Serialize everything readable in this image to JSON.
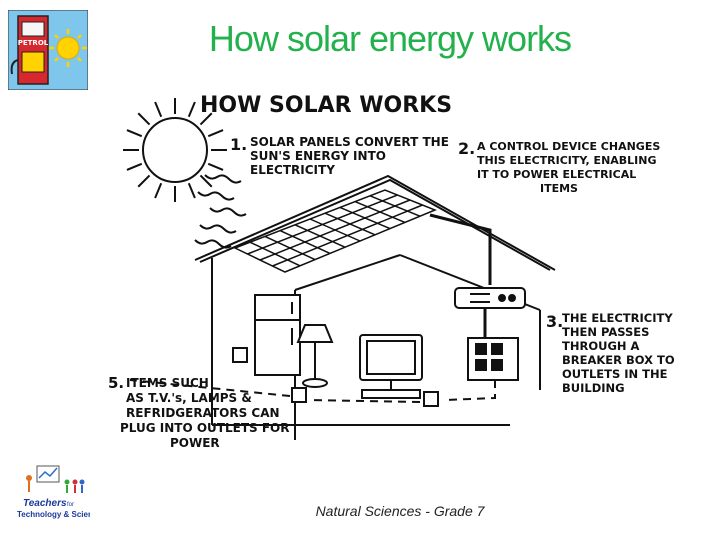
{
  "slide": {
    "title": "How solar energy works",
    "footer": "Natural Sciences - Grade 7"
  },
  "logo_top": {
    "pump_label": "PETROL"
  },
  "logo_bottom": {
    "line1": "Teachers",
    "line2": "for",
    "line3": "Technology & Science"
  },
  "diagram": {
    "heading": "HOW SOLAR WORKS",
    "step1": {
      "num": "1.",
      "lines": [
        "SOLAR PANELS CONVERT THE",
        "SUN'S ENERGY INTO",
        "ELECTRICITY"
      ]
    },
    "step2": {
      "num": "2.",
      "lines": [
        "A CONTROL DEVICE CHANGES",
        "THIS ELECTRICITY, ENABLING",
        "IT TO POWER ELECTRICAL",
        "ITEMS"
      ]
    },
    "step3": {
      "num": "3.",
      "lines": [
        "THE ELECTRICITY",
        "THEN PASSES",
        "THROUGH A",
        "BREAKER BOX TO",
        "OUTLETS IN THE",
        "BUILDING"
      ]
    },
    "step5": {
      "num": "5.",
      "lines": [
        "ITEMS SUCH",
        "AS T.V.'s, LAMPS &",
        "REFRIDGERATORS CAN",
        "PLUG INTO OUTLETS FOR",
        "POWER"
      ]
    }
  },
  "colors": {
    "title": "#22b14c",
    "pump_red": "#d8282f",
    "sun_yellow": "#ffd200",
    "logo_bg": "#7fc6ec"
  }
}
